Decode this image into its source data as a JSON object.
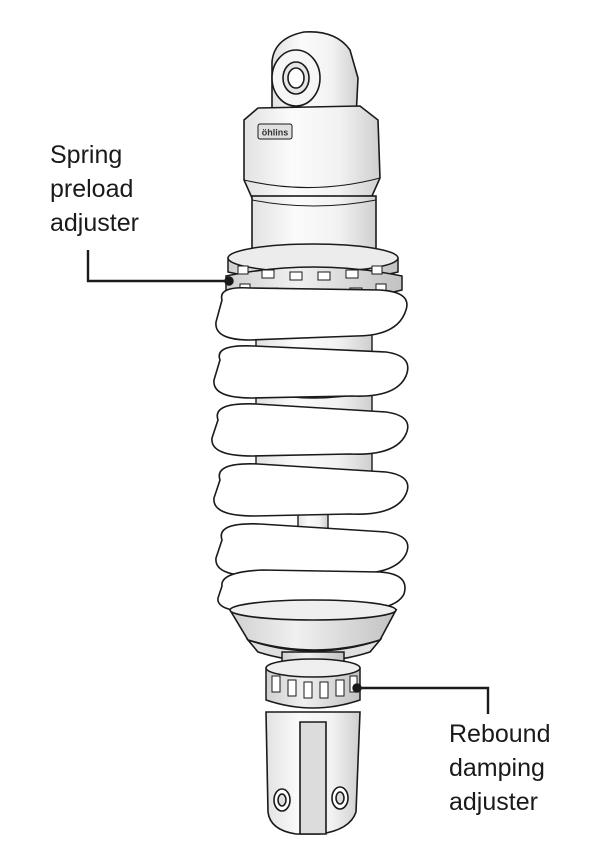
{
  "callouts": {
    "spring_preload_adjuster": {
      "lines": [
        "Spring",
        "preload",
        "adjuster"
      ]
    },
    "rebound_damping_adjuster": {
      "lines": [
        "Rebound",
        "damping",
        "adjuster"
      ]
    }
  },
  "logo": {
    "text": "öhlins"
  },
  "colors": {
    "line": "#1a1a1a",
    "body_light": "#f4f4f4",
    "body_shade": "#d8d8d8",
    "spring": "#ffffff"
  }
}
